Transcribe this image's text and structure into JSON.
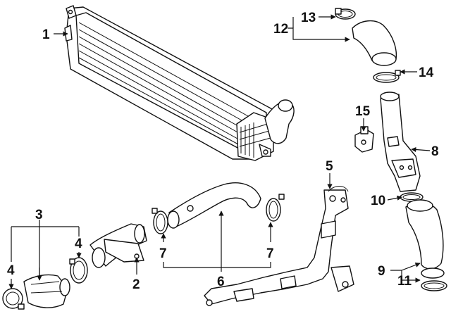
{
  "callouts": {
    "c1": "1",
    "c2": "2",
    "c3": "3",
    "c4a": "4",
    "c4b": "4",
    "c5": "5",
    "c6": "6",
    "c7a": "7",
    "c7b": "7",
    "c8": "8",
    "c9": "9",
    "c10": "10",
    "c11": "11",
    "c12": "12",
    "c13": "13",
    "c14": "14",
    "c15": "15"
  },
  "colors": {
    "line": "#111111",
    "background": "#ffffff"
  }
}
